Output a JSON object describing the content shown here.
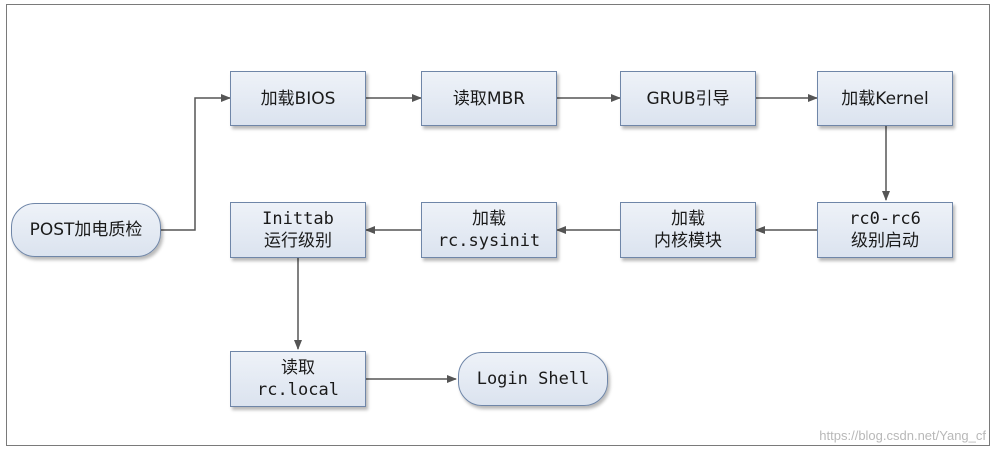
{
  "nodes": {
    "post": {
      "label": "POST加电质检"
    },
    "bios": {
      "label": "加载BIOS"
    },
    "mbr": {
      "label": "读取MBR"
    },
    "grub": {
      "label": "GRUB引导"
    },
    "kernel": {
      "label": "加载Kernel"
    },
    "rc_levels": {
      "line1": "rc0-rc6",
      "line2": "级别启动"
    },
    "kernel_modules": {
      "line1": "加载",
      "line2": "内核模块"
    },
    "sysinit": {
      "line1": "加载",
      "line2": "rc.sysinit"
    },
    "inittab": {
      "line1": "Inittab",
      "line2": "运行级别"
    },
    "rc_local": {
      "line1": "读取",
      "line2": "rc.local"
    },
    "login_shell": {
      "label": "Login Shell"
    }
  },
  "edges": [
    {
      "from": "post",
      "to": "bios"
    },
    {
      "from": "bios",
      "to": "mbr"
    },
    {
      "from": "mbr",
      "to": "grub"
    },
    {
      "from": "grub",
      "to": "kernel"
    },
    {
      "from": "kernel",
      "to": "rc_levels"
    },
    {
      "from": "rc_levels",
      "to": "kernel_modules"
    },
    {
      "from": "kernel_modules",
      "to": "sysinit"
    },
    {
      "from": "sysinit",
      "to": "inittab"
    },
    {
      "from": "inittab",
      "to": "rc_local"
    },
    {
      "from": "rc_local",
      "to": "login_shell"
    }
  ],
  "watermark": "https://blog.csdn.net/Yang_cf",
  "colors": {
    "box_border": "#6f86a8",
    "box_fill": "#dbe3ef",
    "edge": "#555555"
  }
}
